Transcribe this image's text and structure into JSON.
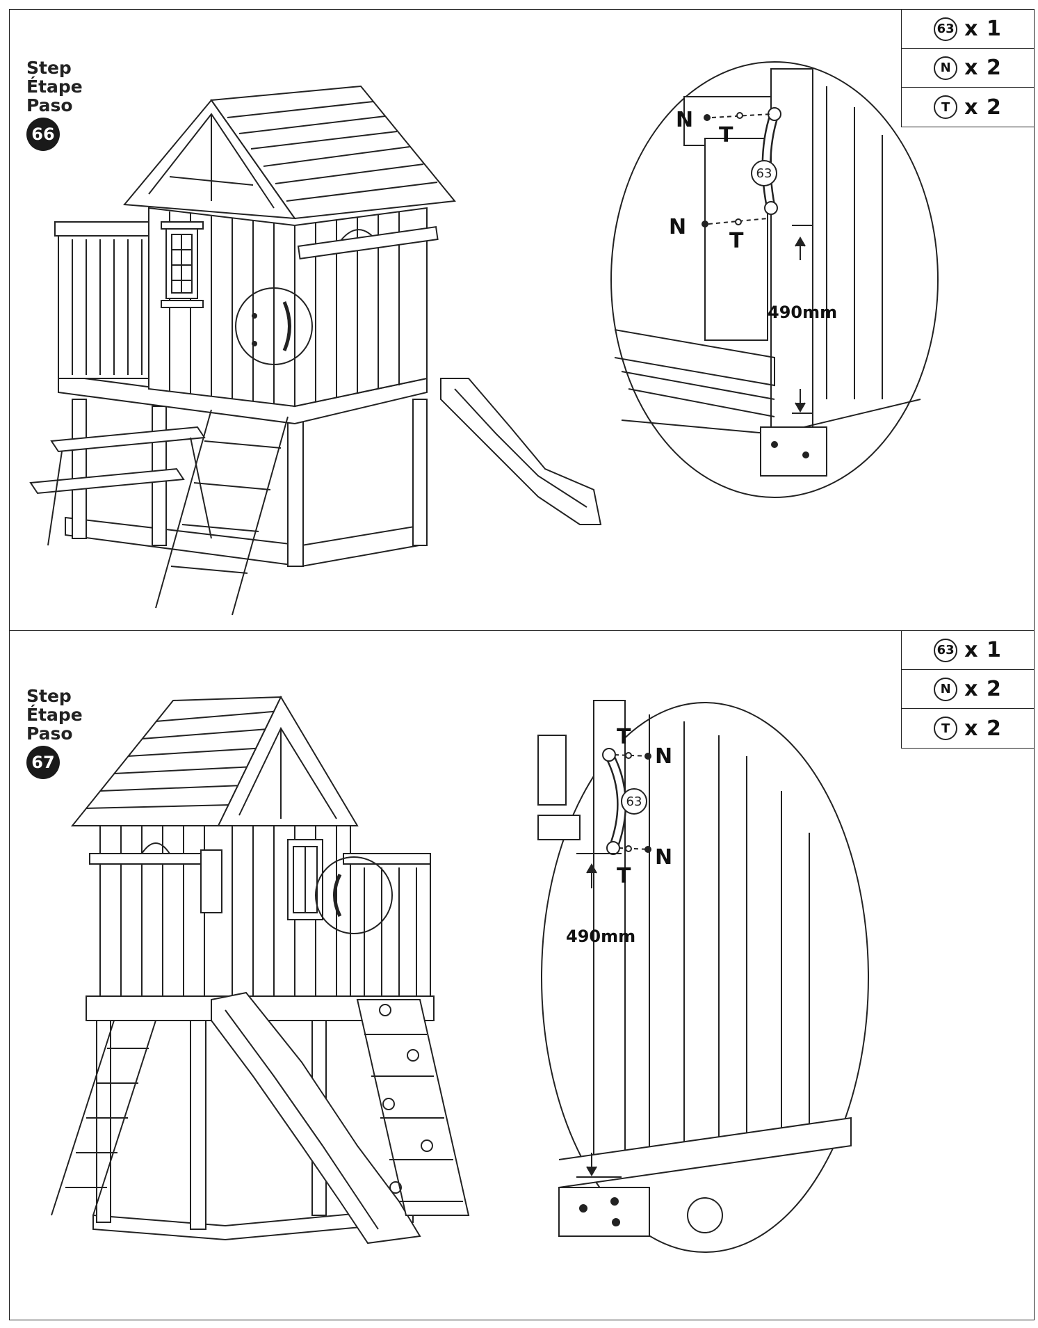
{
  "steps": [
    {
      "label_en": "Step",
      "label_fr": "Étape",
      "label_es": "Paso",
      "number": "66",
      "parts": [
        {
          "icon": "63",
          "qty": "x 1"
        },
        {
          "icon": "N",
          "qty": "x 2"
        },
        {
          "icon": "T",
          "qty": "x 2"
        }
      ],
      "detail": {
        "part": "63",
        "nut": "N",
        "t_nut": "T",
        "height": "490mm"
      }
    },
    {
      "label_en": "Step",
      "label_fr": "Étape",
      "label_es": "Paso",
      "number": "67",
      "parts": [
        {
          "icon": "63",
          "qty": "x 1"
        },
        {
          "icon": "N",
          "qty": "x 2"
        },
        {
          "icon": "T",
          "qty": "x 2"
        }
      ],
      "detail": {
        "part": "63",
        "nut": "N",
        "t_nut": "T",
        "height": "490mm"
      }
    }
  ]
}
